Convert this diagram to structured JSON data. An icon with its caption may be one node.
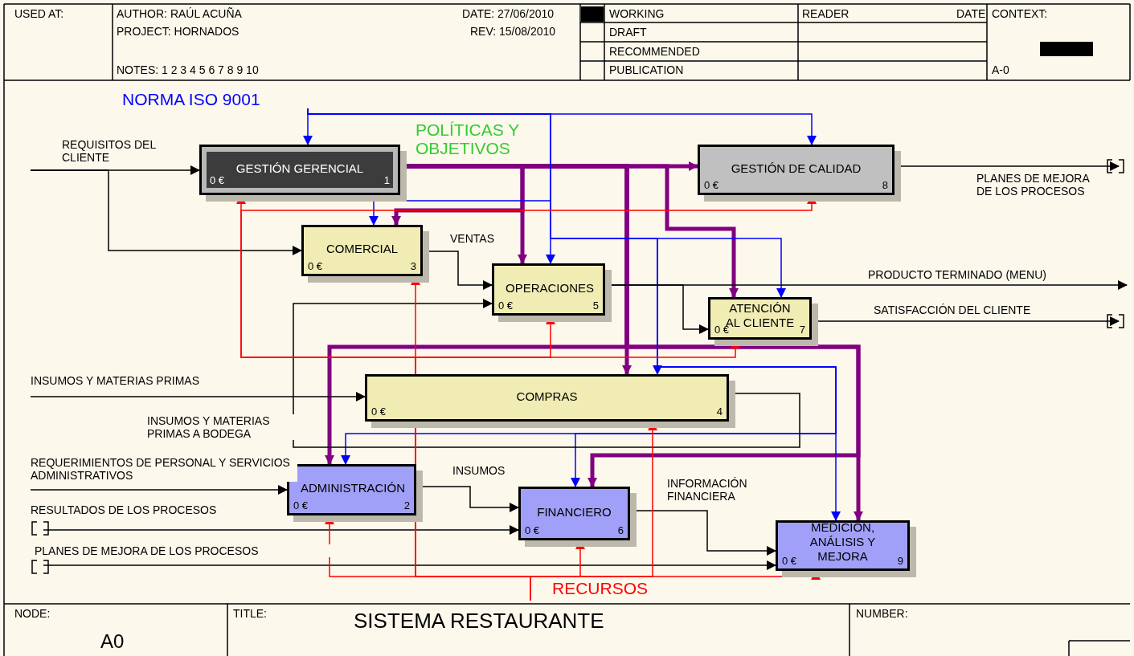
{
  "diagram": {
    "title": "SISTEMA RESTAURANTE",
    "nodes": [
      {
        "text": [
          "GESTIÓN GERENCIAL",
          "0 €",
          "1"
        ]
      },
      {
        "text": [
          "GESTIÓN DE CALIDAD",
          "0 €",
          "8"
        ]
      },
      {
        "text": [
          "COMERCIAL",
          "0 €",
          "3"
        ]
      },
      {
        "text": [
          "OPERACIONES",
          "0 €",
          "5"
        ]
      },
      {
        "text": [
          "ATENCIÓN AL CLIENTE",
          "0 €",
          "7"
        ]
      },
      {
        "text": [
          "COMPRAS",
          "0 €",
          "4"
        ]
      },
      {
        "text": [
          "ADMINISTRACIÓN",
          "0 €",
          "2"
        ]
      },
      {
        "text": [
          "FINANCIERO",
          "0 €",
          "6"
        ]
      },
      {
        "text": [
          "MEDICIÓN, ANÁLISIS Y MEJORA",
          "0 €",
          "9"
        ]
      }
    ],
    "edges": [
      {
        "from": null,
        "to": 0,
        "arrow": "to",
        "label": "REQUISITOS DEL CLIENTE"
      },
      {
        "from": null,
        "to": 2,
        "arrow": "to"
      },
      {
        "from": null,
        "to": 0,
        "arrow": "to",
        "label": "NORMA ISO 9001",
        "color": "#0000ff"
      },
      {
        "from": null,
        "to": 1,
        "arrow": "to",
        "color": "#0000ff"
      },
      {
        "from": null,
        "to": 2,
        "arrow": "to",
        "color": "#0000ff"
      },
      {
        "from": null,
        "to": 3,
        "arrow": "to",
        "color": "#0000ff"
      },
      {
        "from": null,
        "to": 4,
        "arrow": "to",
        "color": "#0000ff"
      },
      {
        "from": null,
        "to": 5,
        "arrow": "to",
        "color": "#0000ff"
      },
      {
        "from": null,
        "to": 6,
        "arrow": "to",
        "color": "#0000ff"
      },
      {
        "from": null,
        "to": 7,
        "arrow": "to",
        "color": "#0000ff"
      },
      {
        "from": null,
        "to": 8,
        "arrow": "to",
        "color": "#0000ff"
      },
      {
        "from": 0,
        "to": 1,
        "arrow": "to",
        "label": "POLÍTICAS Y OBJETIVOS",
        "style": "thick",
        "color": "#800080"
      },
      {
        "from": 0,
        "to": 2,
        "arrow": "to",
        "style": "thick",
        "color": "#800080"
      },
      {
        "from": 0,
        "to": 3,
        "arrow": "to",
        "style": "thick",
        "color": "#800080"
      },
      {
        "from": 0,
        "to": 4,
        "arrow": "to",
        "style": "thick",
        "color": "#800080"
      },
      {
        "from": 0,
        "to": 5,
        "arrow": "to",
        "style": "thick",
        "color": "#800080"
      },
      {
        "from": 0,
        "to": 6,
        "arrow": "to",
        "style": "thick",
        "color": "#800080"
      },
      {
        "from": 0,
        "to": 7,
        "arrow": "to",
        "style": "thick",
        "color": "#800080"
      },
      {
        "from": 0,
        "to": 8,
        "arrow": "to",
        "style": "thick",
        "color": "#800080"
      },
      {
        "from": 2,
        "to": 3,
        "arrow": "to",
        "label": "VENTAS"
      },
      {
        "from": 3,
        "to": null,
        "arrow": "to",
        "label": "PRODUCTO TERMINADO (MENU)"
      },
      {
        "from": 3,
        "to": 4,
        "arrow": "to"
      },
      {
        "from": 4,
        "to": null,
        "arrow": "to",
        "label": "SATISFACCIÓN DEL CLIENTE"
      },
      {
        "from": 1,
        "to": null,
        "arrow": "to",
        "label": "PLANES DE MEJORA DE LOS PROCESOS"
      },
      {
        "from": null,
        "to": 5,
        "arrow": "to",
        "label": "INSUMOS Y MATERIAS PRIMAS"
      },
      {
        "from": 5,
        "to": 3,
        "arrow": "to",
        "label": "INSUMOS Y MATERIAS PRIMAS A BODEGA"
      },
      {
        "from": null,
        "to": 6,
        "arrow": "to",
        "label": "REQUERIMIENTOS DE PERSONAL Y SERVICIOS ADMINISTRATIVOS"
      },
      {
        "from": 6,
        "to": 7,
        "arrow": "to",
        "label": "INSUMOS"
      },
      {
        "from": null,
        "to": 7,
        "arrow": "to",
        "label": "RESULTADOS DE LOS PROCESOS"
      },
      {
        "from": null,
        "to": 8,
        "arrow": "to",
        "label": "PLANES DE MEJORA DE LOS PROCESOS"
      },
      {
        "from": 7,
        "to": 8,
        "arrow": "to",
        "label": "INFORMACIÓN FINANCIERA"
      },
      {
        "from": null,
        "to": 0,
        "arrow": "to",
        "label": "RECURSOS",
        "color": "#ff0000"
      },
      {
        "from": null,
        "to": 2,
        "arrow": "to",
        "color": "#ff0000"
      },
      {
        "from": null,
        "to": 3,
        "arrow": "to",
        "color": "#ff0000"
      },
      {
        "from": null,
        "to": 1,
        "arrow": "to",
        "color": "#ff0000"
      },
      {
        "from": null,
        "to": 4,
        "arrow": "to",
        "color": "#ff0000"
      },
      {
        "from": null,
        "to": 5,
        "arrow": "to",
        "color": "#ff0000"
      },
      {
        "from": null,
        "to": 6,
        "arrow": "to",
        "color": "#ff0000"
      },
      {
        "from": null,
        "to": 7,
        "arrow": "to",
        "color": "#ff0000"
      },
      {
        "from": null,
        "to": 8,
        "arrow": "to",
        "color": "#ff0000"
      }
    ],
    "labels": [
      "USED AT:",
      "AUTHOR: RAÚL ACUÑA",
      "PROJECT: HORNADOS",
      "NOTES: 1 2 3 4 5 6 7 8 9 10",
      "DATE: 27/06/2010",
      "REV: 15/08/2010",
      "WORKING",
      "DRAFT",
      "RECOMMENDED",
      "PUBLICATION",
      "READER",
      "DATE",
      "CONTEXT:",
      "A-0",
      "NODE:",
      "A0",
      "TITLE:",
      "NUMBER:"
    ]
  }
}
